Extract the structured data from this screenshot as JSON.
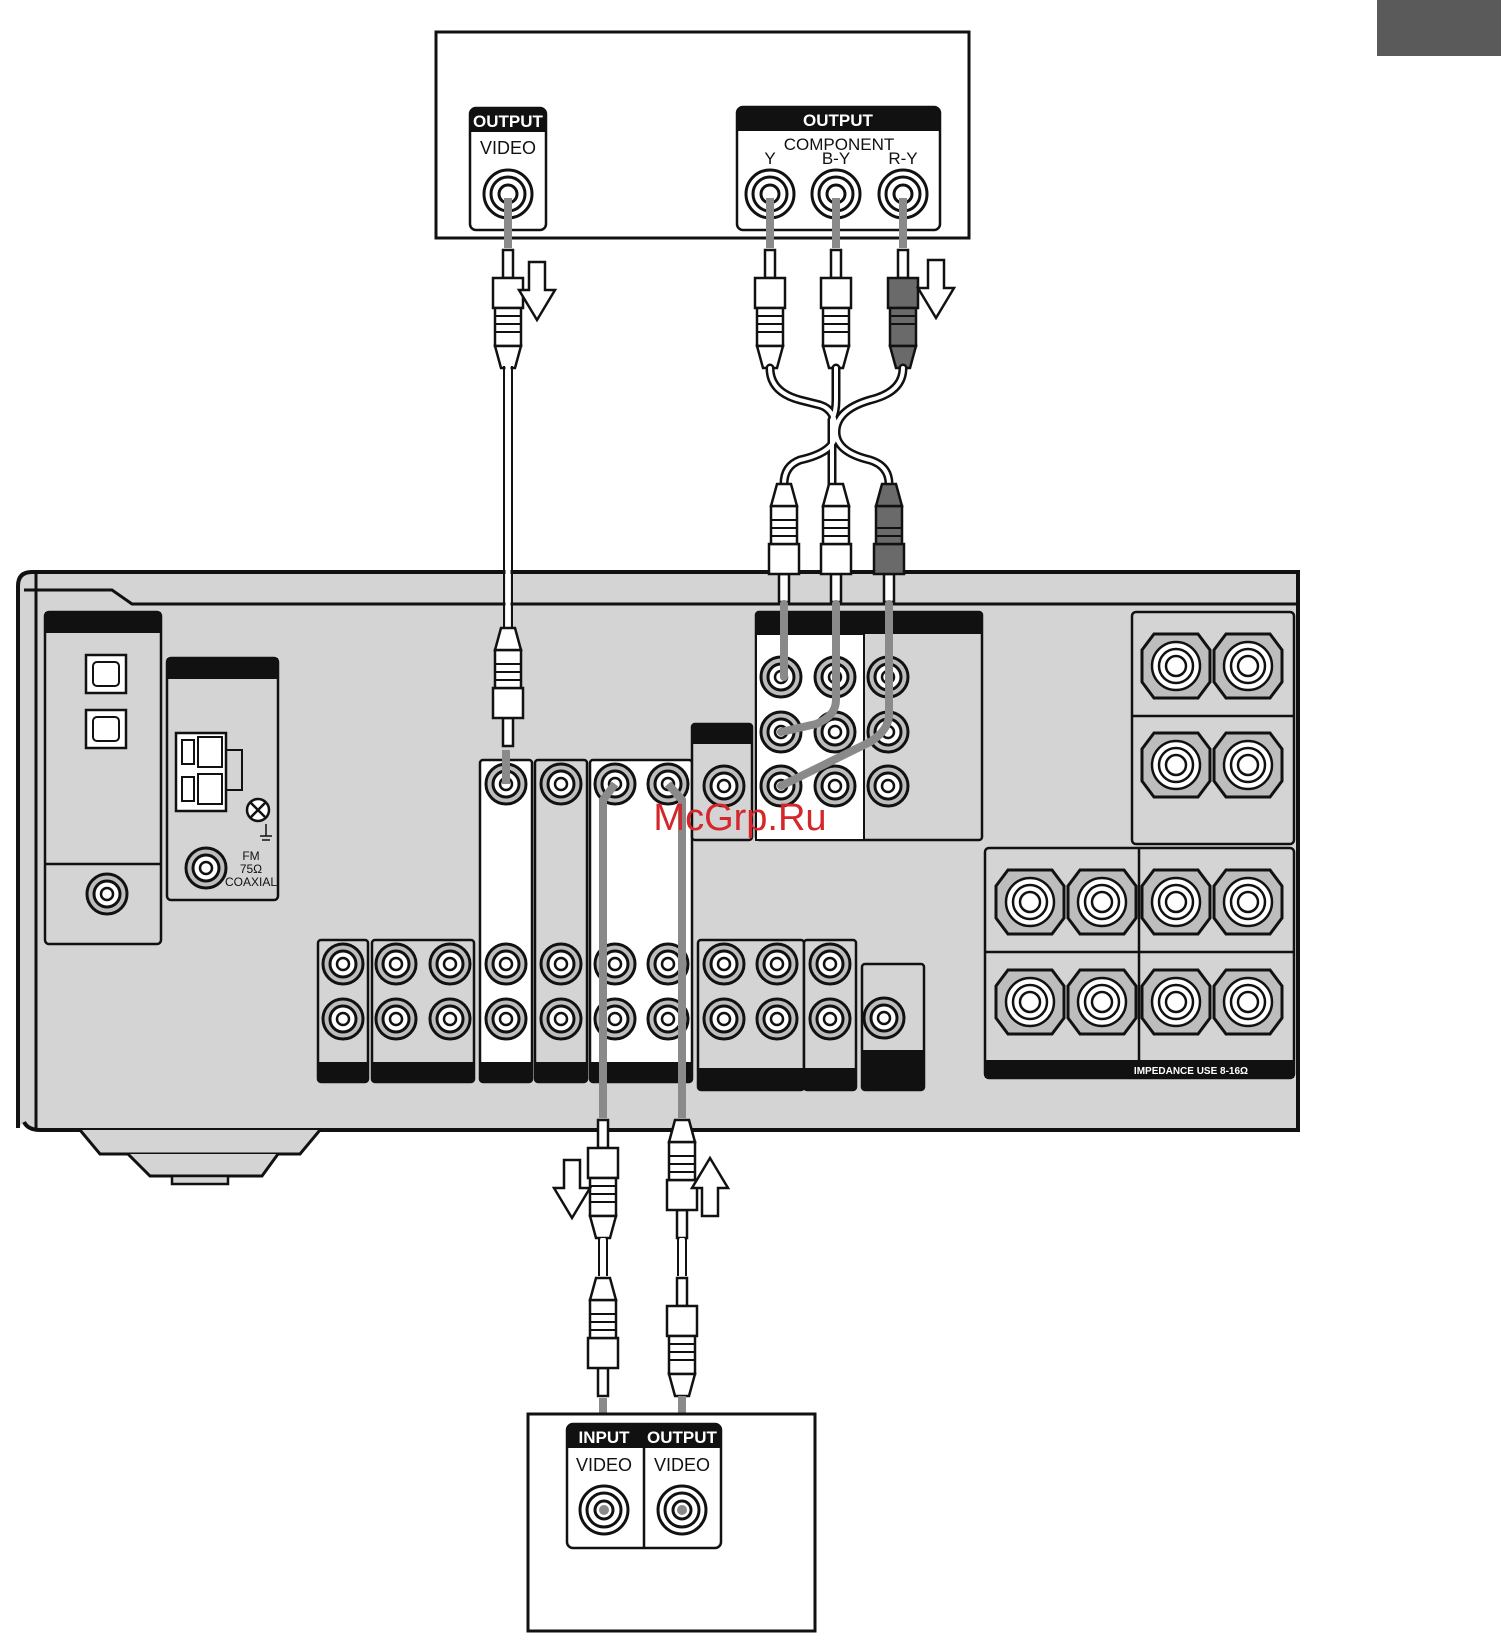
{
  "top_device": {
    "video_output_header": "OUTPUT",
    "video_label": "VIDEO",
    "component_output_header": "OUTPUT",
    "component_label": "COMPONENT",
    "channels": [
      "Y",
      "B-Y",
      "R-Y"
    ]
  },
  "receiver": {
    "fm_label_1": "FM",
    "fm_label_2": "75Ω",
    "fm_label_3": "COAXIAL",
    "impedance_label": "IMPEDANCE USE 8-16Ω"
  },
  "bottom_device": {
    "input_header": "INPUT",
    "output_header": "OUTPUT",
    "input_video_label": "VIDEO",
    "output_video_label": "VIDEO"
  },
  "watermark": "McGrp.Ru",
  "colors": {
    "panel": "#d4d4d4",
    "cable": "#8a8a8a",
    "header_bar": "#111111",
    "corner_tab": "#5a5a5a",
    "watermark": "#d4262b"
  }
}
